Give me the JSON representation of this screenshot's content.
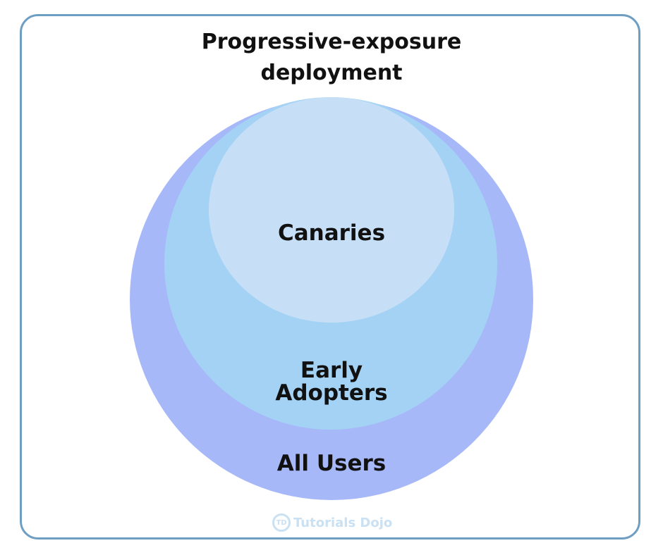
{
  "title": {
    "line1": "Progressive-exposure",
    "line2": "deployment"
  },
  "rings": {
    "canaries": "Canaries",
    "early_adopters_line1": "Early",
    "early_adopters_line2": "Adopters",
    "all_users": "All Users"
  },
  "colors": {
    "frame_border": "#6f9ec3",
    "all_users_fill": "#a7b8f9",
    "early_adopters_fill": "#a3d2f4",
    "canaries_fill": "#c6dff7"
  },
  "watermark": {
    "logo_icon": "td-logo-icon",
    "logo_text": "TD",
    "text": "Tutorials Dojo"
  }
}
